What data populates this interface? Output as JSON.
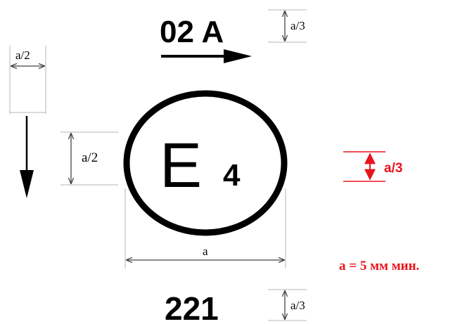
{
  "mark": {
    "approval_number": "02 A",
    "country_letter": "E",
    "country_number": "4",
    "bottom_number": "221"
  },
  "dimensions": {
    "a_third_top": "a/3",
    "a_half_top_left": "a/2",
    "a_half_left": "a/2",
    "a_width": "a",
    "a_third_red": "a/3",
    "a_third_bottom": "a/3",
    "note": "a = 5 мм мин."
  },
  "colors": {
    "ink": "#000000",
    "dimension_line": "#555555",
    "extension_line": "#b5b5b5",
    "highlight": "#e8141c"
  }
}
